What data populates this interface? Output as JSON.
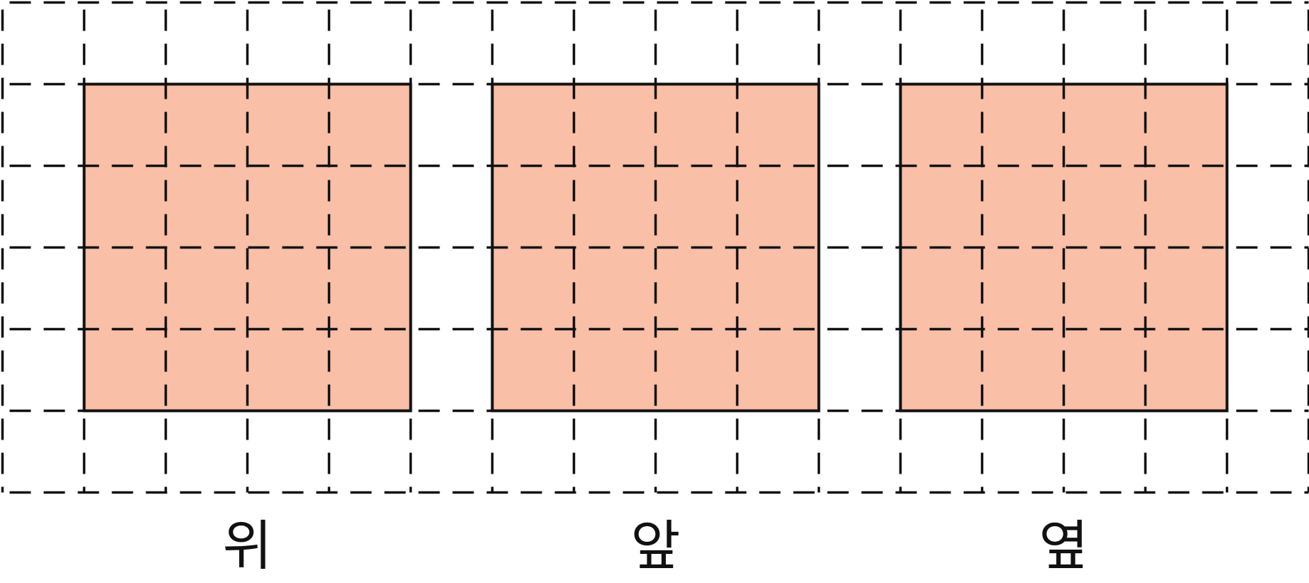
{
  "grid": {
    "cols": 16,
    "rows": 6,
    "line_color": "#111111"
  },
  "views": [
    {
      "label": "위",
      "col_start": 1,
      "row_start": 1,
      "cols": 4,
      "rows": 4,
      "fill": "#F9BFA7"
    },
    {
      "label": "앞",
      "col_start": 6,
      "row_start": 1,
      "cols": 4,
      "rows": 4,
      "fill": "#F9BFA7"
    },
    {
      "label": "옆",
      "col_start": 11,
      "row_start": 1,
      "cols": 4,
      "rows": 4,
      "fill": "#F9BFA7"
    }
  ]
}
